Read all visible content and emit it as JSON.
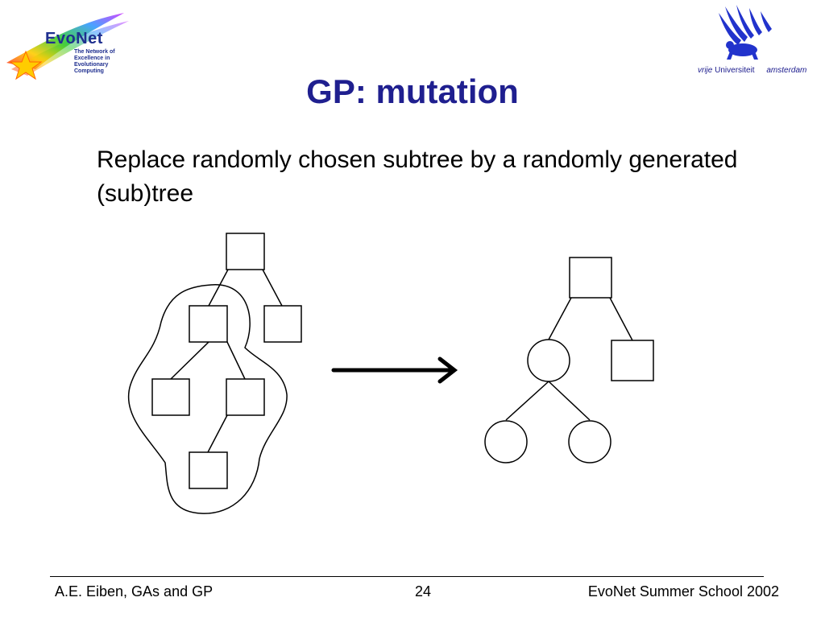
{
  "logos": {
    "evonet": {
      "name": "EvoNet",
      "tagline": [
        "The Network of",
        "Excellence in",
        "Evolutionary",
        "Computing"
      ]
    },
    "vu": {
      "part1": "vrije",
      "part2": "Universiteit",
      "part3": "amsterdam"
    }
  },
  "slide": {
    "title": "GP: mutation",
    "text": "Replace randomly chosen subtree by a randomly generated (sub)tree"
  },
  "footer": {
    "left": "A.E. Eiben, GAs and GP",
    "page": "24",
    "right": "EvoNet Summer School 2002"
  },
  "colors": {
    "title": "#1f1f8f",
    "logo_blue": "#1f2f8f",
    "vu_blue": "#2233cc"
  },
  "icons": {
    "evonet_logo": "rainbow-star-logo",
    "vu_logo": "griffin-logo",
    "transform_arrow": "right-arrow"
  }
}
